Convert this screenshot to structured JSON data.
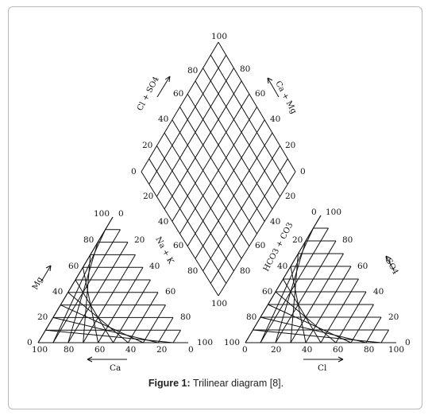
{
  "caption": {
    "label": "Figure 1:",
    "text": "Trilinear diagram [8]."
  },
  "diamond": {
    "top": "100",
    "left": "0",
    "right": "0",
    "bottom": "100",
    "ul_ticks": [
      "80",
      "60",
      "40",
      "20"
    ],
    "ur_ticks": [
      "80",
      "60",
      "40",
      "20"
    ],
    "ll_ticks": [
      "20",
      "40",
      "60",
      "80"
    ],
    "lr_ticks": [
      "20",
      "40",
      "60",
      "80"
    ],
    "ul_label": "Cl + SO4",
    "ur_label": "Ca + Mg",
    "ll_label": "Na + K",
    "lr_label": "HCO3 + CO3"
  },
  "cation_triangle": {
    "apex_left": "100",
    "apex_right": "0",
    "left_ticks": [
      "80",
      "60",
      "40",
      "20"
    ],
    "right_ticks": [
      "20",
      "40",
      "60",
      "80"
    ],
    "bottom_ticks": [
      "100",
      "80",
      "60",
      "40",
      "20",
      "0"
    ],
    "corner_left": "0",
    "corner_right": "100",
    "left_label": "Mg",
    "bottom_label": "Ca"
  },
  "anion_triangle": {
    "apex_left": "0",
    "apex_right": "100",
    "left_ticks": [
      "20",
      "40",
      "60",
      "80"
    ],
    "right_ticks": [
      "80",
      "60",
      "40",
      "20"
    ],
    "bottom_ticks": [
      "0",
      "20",
      "40",
      "60",
      "80",
      "100"
    ],
    "corner_left": "100",
    "corner_right": "0",
    "right_label": "SO4",
    "bottom_label": "Cl"
  }
}
